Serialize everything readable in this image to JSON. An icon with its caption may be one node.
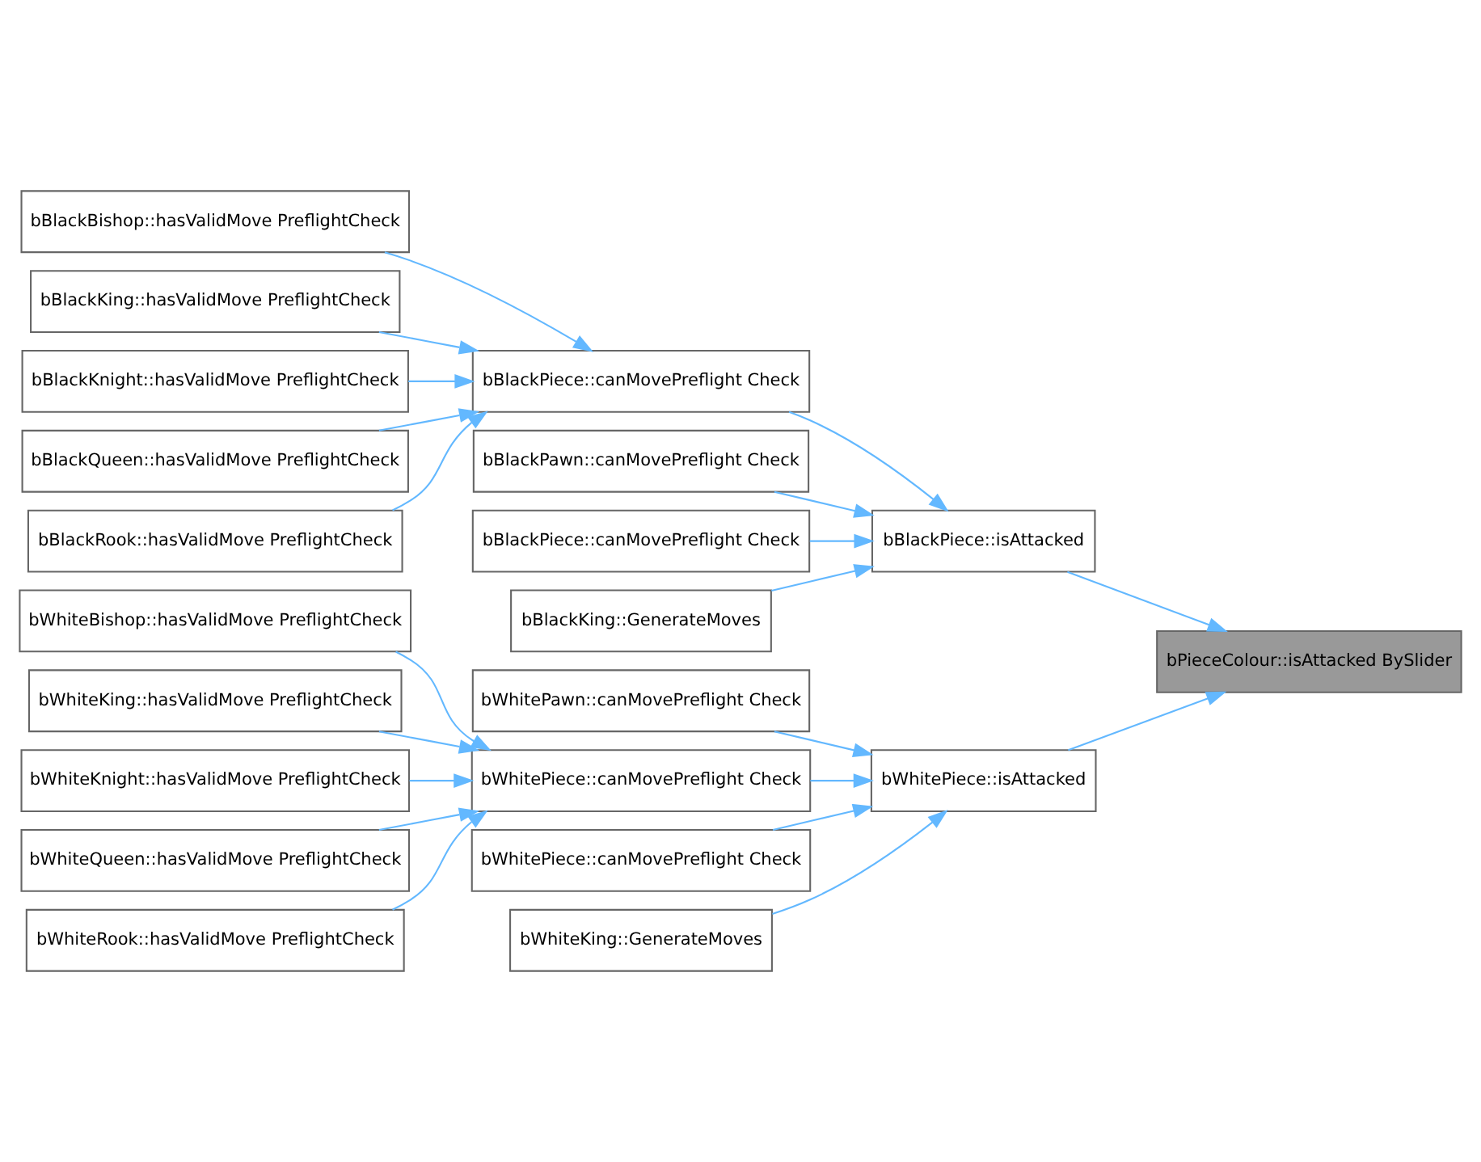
{
  "diagram": {
    "nodes": [
      {
        "text": [
          "bBlackBishop::hasValidMove PreflightCheck"
        ]
      },
      {
        "text": [
          "bBlackKing::hasValidMove PreflightCheck"
        ]
      },
      {
        "text": [
          "bBlackKnight::hasValidMove PreflightCheck"
        ]
      },
      {
        "text": [
          "bBlackQueen::hasValidMove PreflightCheck"
        ]
      },
      {
        "text": [
          "bBlackRook::hasValidMove PreflightCheck"
        ]
      },
      {
        "text": [
          "bBlackPawn::canMovePreflight Check"
        ]
      },
      {
        "text": [
          "bBlackPiece::canMovePreflight Check"
        ]
      },
      {
        "text": [
          "bBlackPiece::canMovePreflight Check"
        ]
      },
      {
        "text": [
          "bBlackKing::GenerateMoves"
        ]
      },
      {
        "text": [
          "bBlackPiece::isAttacked"
        ]
      },
      {
        "text": [
          "bPieceColour::isAttacked BySlider"
        ]
      },
      {
        "text": [
          "bWhiteBishop::hasValidMove PreflightCheck"
        ]
      },
      {
        "text": [
          "bWhiteKing::hasValidMove PreflightCheck"
        ]
      },
      {
        "text": [
          "bWhiteKnight::hasValidMove PreflightCheck"
        ]
      },
      {
        "text": [
          "bWhiteQueen::hasValidMove PreflightCheck"
        ]
      },
      {
        "text": [
          "bWhiteRook::hasValidMove PreflightCheck"
        ]
      },
      {
        "text": [
          "bWhitePawn::canMovePreflight Check"
        ]
      },
      {
        "text": [
          "bWhitePiece::canMovePreflight Check"
        ]
      },
      {
        "text": [
          "bWhitePiece::canMovePreflight Check"
        ]
      },
      {
        "text": [
          "bWhiteKing::GenerateMoves"
        ]
      },
      {
        "text": [
          "bWhitePiece::isAttacked"
        ]
      }
    ],
    "edges": [
      {
        "from": 0,
        "to": 6,
        "arrow": "to"
      },
      {
        "from": 1,
        "to": 6,
        "arrow": "to"
      },
      {
        "from": 2,
        "to": 6,
        "arrow": "to"
      },
      {
        "from": 3,
        "to": 6,
        "arrow": "to"
      },
      {
        "from": 4,
        "to": 6,
        "arrow": "to"
      },
      {
        "from": 5,
        "to": 9,
        "arrow": "to"
      },
      {
        "from": 6,
        "to": 9,
        "arrow": "to"
      },
      {
        "from": 7,
        "to": 9,
        "arrow": "to"
      },
      {
        "from": 8,
        "to": 9,
        "arrow": "to"
      },
      {
        "from": 9,
        "to": 10,
        "arrow": "to"
      },
      {
        "from": 11,
        "to": 17,
        "arrow": "to"
      },
      {
        "from": 12,
        "to": 17,
        "arrow": "to"
      },
      {
        "from": 13,
        "to": 17,
        "arrow": "to"
      },
      {
        "from": 14,
        "to": 17,
        "arrow": "to"
      },
      {
        "from": 15,
        "to": 17,
        "arrow": "to"
      },
      {
        "from": 16,
        "to": 20,
        "arrow": "to"
      },
      {
        "from": 17,
        "to": 20,
        "arrow": "to"
      },
      {
        "from": 18,
        "to": 20,
        "arrow": "to"
      },
      {
        "from": 19,
        "to": 20,
        "arrow": "to"
      },
      {
        "from": 20,
        "to": 10,
        "arrow": "to"
      }
    ]
  }
}
